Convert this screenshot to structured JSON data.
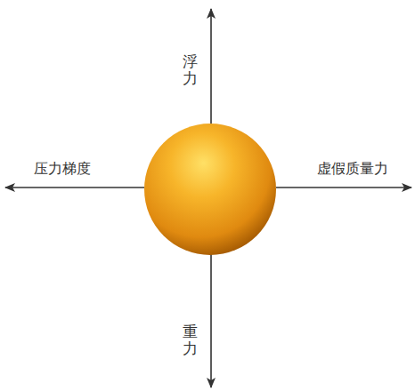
{
  "diagram": {
    "labels": [
      "浮力",
      "压力梯度",
      "虚假质量力",
      "重力"
    ]
  }
}
